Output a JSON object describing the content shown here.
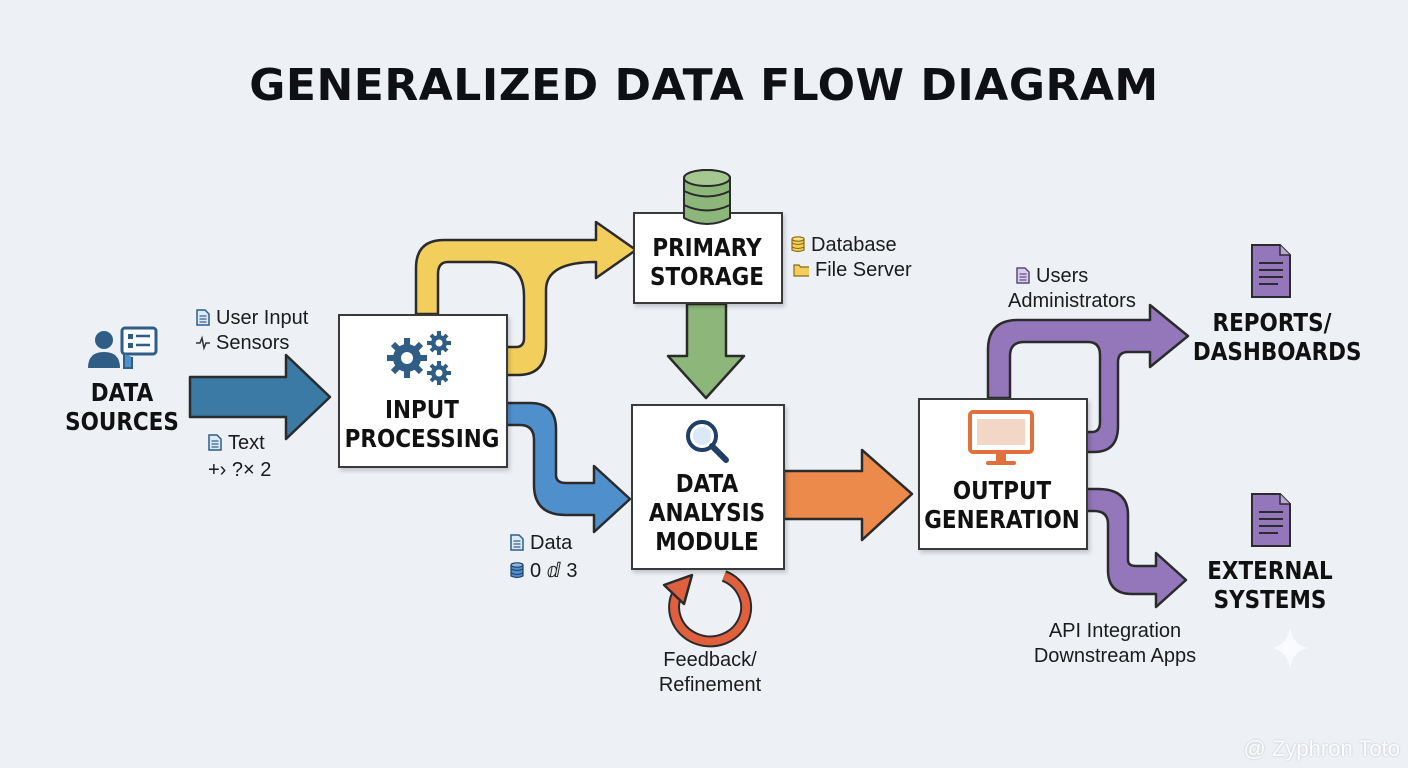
{
  "title": "GENERALIZED DATA FLOW DIAGRAM",
  "nodes": {
    "data_sources": "DATA\nSOURCES",
    "input_processing": "INPUT\nPROCESSING",
    "primary_storage": "PRIMARY\nSTORAGE",
    "data_analysis": "DATA\nANALYSIS\nMODULE",
    "output_generation": "OUTPUT\nGENERATION",
    "reports": "REPORTS/\nDASHBOARDS",
    "external": "EXTERNAL\nSYSTEMS"
  },
  "labels": {
    "user_input": "User Input",
    "sensors": "Sensors",
    "text": "Text",
    "symbols": "+› ?× 2",
    "database": "Database",
    "file_server": "File Server",
    "data": "Data",
    "data_code": "0 ⅆ 3",
    "feedback": "Feedback/\nRefinement",
    "users": "Users",
    "administrators": "Administrators",
    "api": "API Integration\nDownstream Apps"
  },
  "colors": {
    "blue_dark": "#3a7aa5",
    "blue_light": "#4f8fcc",
    "yellow": "#f2cf5c",
    "green": "#8db77a",
    "orange": "#ec8a4c",
    "purple": "#9377ba",
    "feedback_red": "#e0603e"
  },
  "icons": [
    "user-dashboard-icon",
    "gears-icon",
    "database-icon",
    "magnifier-icon",
    "monitor-icon",
    "document-icon",
    "refresh-icon"
  ],
  "watermark": "@ Zyphron Toto"
}
